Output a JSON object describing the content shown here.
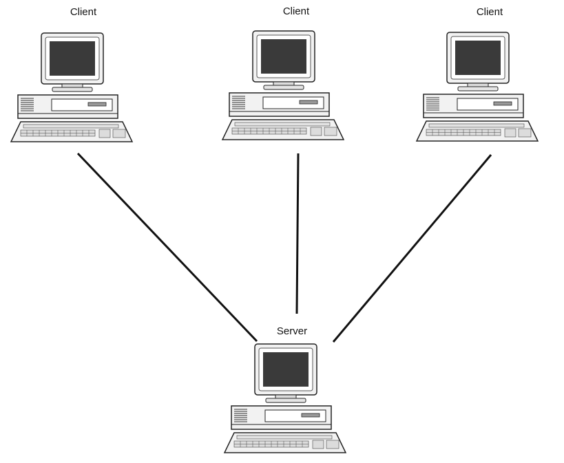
{
  "diagram": {
    "nodes": [
      {
        "id": "client-1",
        "label": "Client",
        "icon": "desktop-computer-icon"
      },
      {
        "id": "client-2",
        "label": "Client",
        "icon": "desktop-computer-icon"
      },
      {
        "id": "client-3",
        "label": "Client",
        "icon": "desktop-computer-icon"
      },
      {
        "id": "server",
        "label": "Server",
        "icon": "desktop-computer-icon"
      }
    ],
    "edges": [
      {
        "from": "client-1",
        "to": "server"
      },
      {
        "from": "client-2",
        "to": "server"
      },
      {
        "from": "client-3",
        "to": "server"
      }
    ],
    "colors": {
      "line": "#111111",
      "screen": "#3a3a3a",
      "monitor_bezel": "#f2f2f2",
      "outline": "#222222"
    }
  }
}
